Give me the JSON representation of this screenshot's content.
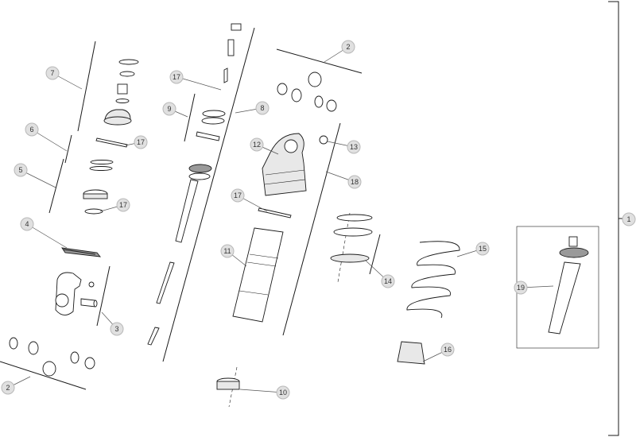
{
  "callouts": [
    {
      "label": "1"
    },
    {
      "label": "2"
    },
    {
      "label": "2"
    },
    {
      "label": "3"
    },
    {
      "label": "4"
    },
    {
      "label": "5"
    },
    {
      "label": "6"
    },
    {
      "label": "7"
    },
    {
      "label": "8"
    },
    {
      "label": "9"
    },
    {
      "label": "10"
    },
    {
      "label": "11"
    },
    {
      "label": "12"
    },
    {
      "label": "13"
    },
    {
      "label": "14"
    },
    {
      "label": "15"
    },
    {
      "label": "16"
    },
    {
      "label": "17"
    },
    {
      "label": "17"
    },
    {
      "label": "17"
    },
    {
      "label": "17"
    },
    {
      "label": "18"
    },
    {
      "label": "19"
    }
  ]
}
